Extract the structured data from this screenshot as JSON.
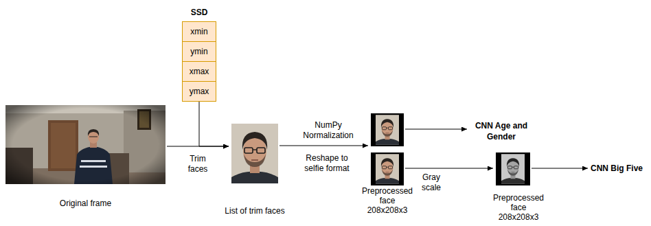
{
  "diagram": {
    "nodes": [
      {
        "text": [
          "SSD"
        ]
      },
      {
        "text": [
          "xmin"
        ],
        "in": 0
      },
      {
        "text": [
          "ymin"
        ],
        "in": 0
      },
      {
        "text": [
          "xmax"
        ],
        "in": 0
      },
      {
        "text": [
          "ymax"
        ],
        "in": 0
      },
      {
        "text": [
          "Original frame"
        ]
      },
      {
        "text": [
          "List of trim faces"
        ]
      },
      {
        "text": [
          "Preprocessed face 208x208x3"
        ]
      },
      {
        "text": [
          "CNN Age and Gender"
        ]
      },
      {
        "text": [
          "Preprocessed face 208x208x3"
        ]
      },
      {
        "text": [
          "CNN Big Five"
        ]
      }
    ],
    "edges": [
      {
        "from": 5,
        "to": 6,
        "arrow": "to",
        "label": "Trim faces"
      },
      {
        "from": 0,
        "to": 6,
        "arrow": "to"
      },
      {
        "from": 6,
        "to": 7,
        "arrow": "to",
        "label": "NumPy Normalization"
      },
      {
        "from": 7,
        "to": 8,
        "arrow": "to"
      },
      {
        "from": 7,
        "to": 9,
        "arrow": "to",
        "label": "Gray scale"
      },
      {
        "from": 9,
        "to": 10,
        "arrow": "to"
      }
    ],
    "labels": [
      "Reshape to selfie format"
    ]
  }
}
